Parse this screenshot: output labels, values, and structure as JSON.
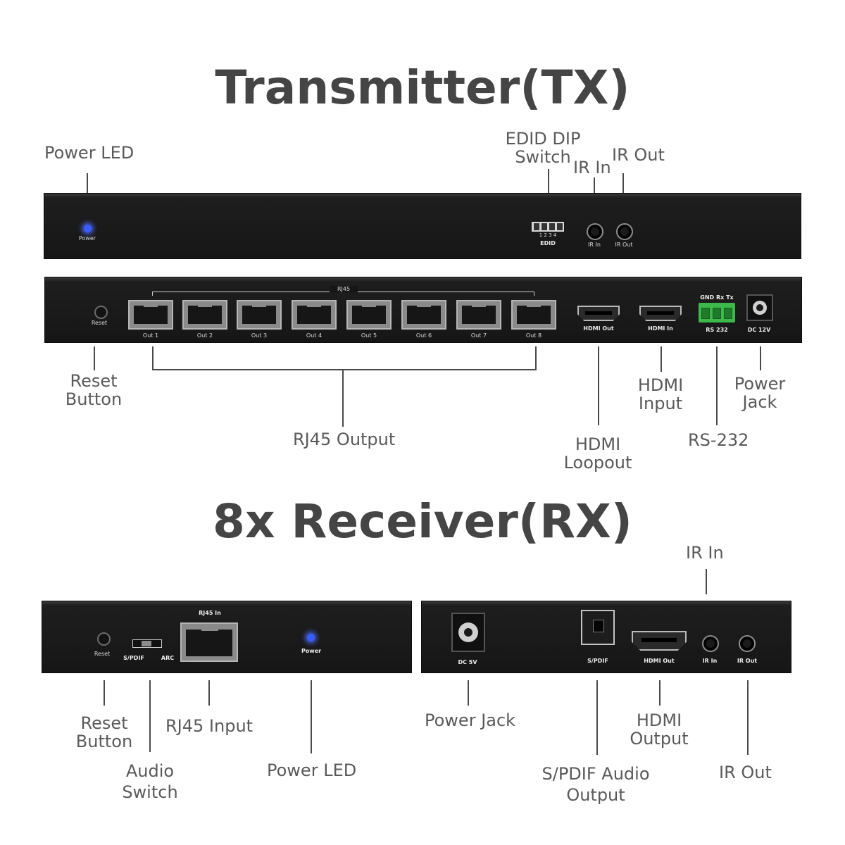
{
  "headings": {
    "tx": "Transmitter(TX)",
    "rx": "8x Receiver(RX)"
  },
  "tx_callouts": {
    "power_led": "Power LED",
    "edid_dip_line1": "EDID DIP",
    "edid_dip_line2": "Switch",
    "ir_in": "IR In",
    "ir_out": "IR Out",
    "reset_line1": "Reset",
    "reset_line2": "Button",
    "rj45_output": "RJ45 Output",
    "hdmi_loopout_line1": "HDMI",
    "hdmi_loopout_line2": "Loopout",
    "hdmi_input_line1": "HDMI",
    "hdmi_input_line2": "Input",
    "rs232": "RS-232",
    "power_jack_line1": "Power",
    "power_jack_line2": "Jack"
  },
  "tx_front_labels": {
    "power": "Power",
    "edid": "EDID",
    "dip_numbers": "1  2  3  4",
    "ir_in": "IR In",
    "ir_out": "IR Out"
  },
  "tx_rear_labels": {
    "reset": "Reset",
    "rj45": "RJ45",
    "ports": [
      "Out 1",
      "Out 2",
      "Out 3",
      "Out 4",
      "Out 5",
      "Out 6",
      "Out 7",
      "Out 8"
    ],
    "hdmi_out": "HDMI Out",
    "hdmi_in": "HDMI In",
    "gnd_rx_tx": "GND  Rx  Tx",
    "rs232": "RS 232",
    "dc": "DC 12V"
  },
  "rx_callouts": {
    "reset_line1": "Reset",
    "reset_line2": "Button",
    "audio_switch_line1": "Audio",
    "audio_switch_line2": "Switch",
    "rj45_input": "RJ45 Input",
    "power_led": "Power LED",
    "power_jack": "Power Jack",
    "spdif_line1": "S/PDIF Audio",
    "spdif_line2": "Output",
    "hdmi_output_line1": "HDMI",
    "hdmi_output_line2": "Output",
    "ir_in": "IR In",
    "ir_out": "IR Out"
  },
  "rx_front_labels": {
    "reset": "Reset",
    "spdif": "S/PDIF",
    "arc": "ARC",
    "rj45_in": "RJ45 In",
    "power": "Power"
  },
  "rx_rear_labels": {
    "dc": "DC 5V",
    "spdif": "S/PDIF",
    "hdmi_out": "HDMI Out",
    "ir_in": "IR In",
    "ir_out": "IR Out"
  },
  "colors": {
    "chassis": "#161616",
    "led_blue": "#3a5cff",
    "terminal_green": "#3cb94a",
    "heading_gray": "#454545"
  }
}
